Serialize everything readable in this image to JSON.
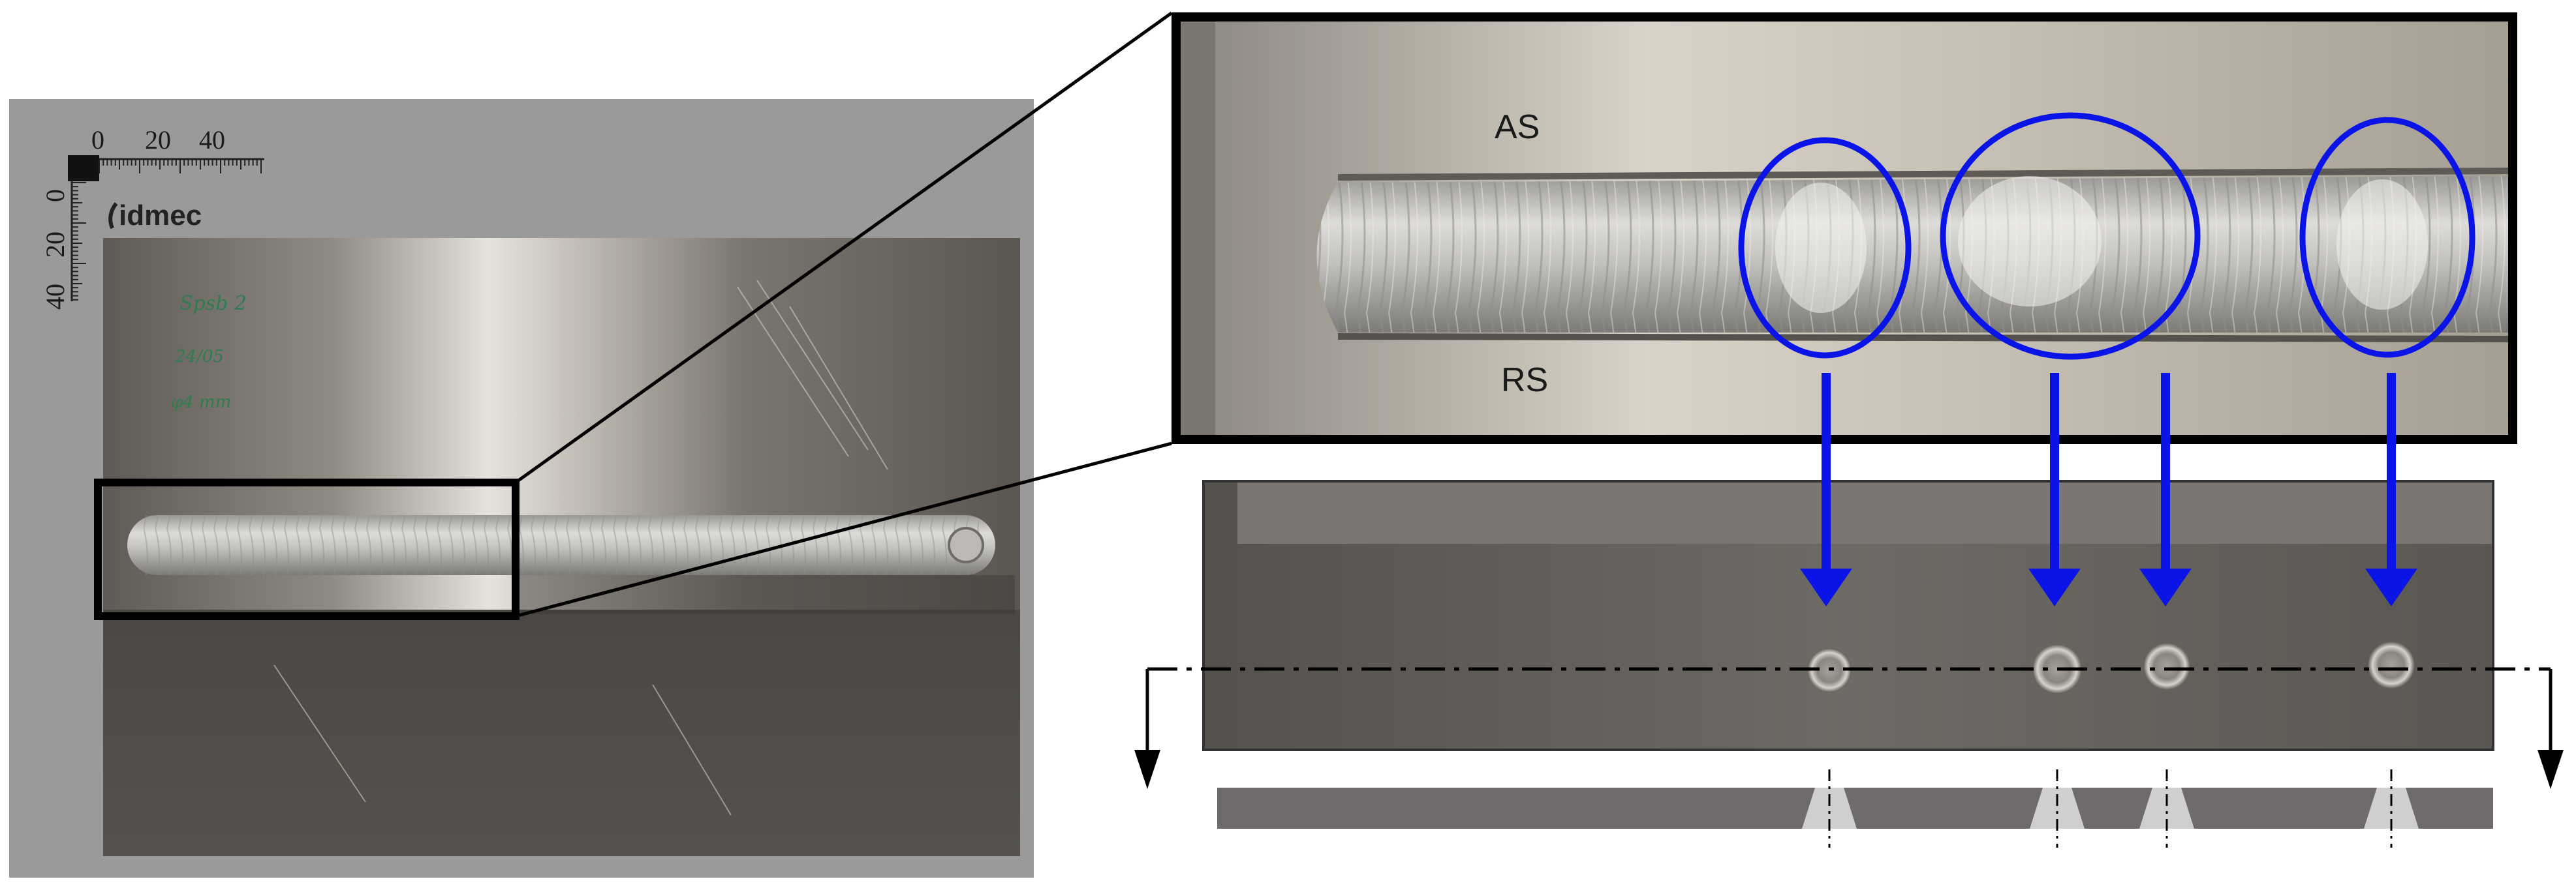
{
  "ruler": {
    "top_ticks": [
      "0",
      "20",
      "40"
    ],
    "side_ticks": [
      "0",
      "20",
      "40"
    ]
  },
  "logo": {
    "text": "idmec"
  },
  "handwriting": {
    "lines": [
      "Spsb 2",
      "24/05",
      "φ4 mm"
    ]
  },
  "zoom": {
    "advancing_side_label": "AS",
    "retreating_side_label": "RS"
  },
  "defects": {
    "count": 4
  },
  "colors": {
    "highlight": "#0a14e6",
    "frame": "#000000",
    "section_bar": "#6f6b6b",
    "defect_section": "#cfcfcf"
  }
}
